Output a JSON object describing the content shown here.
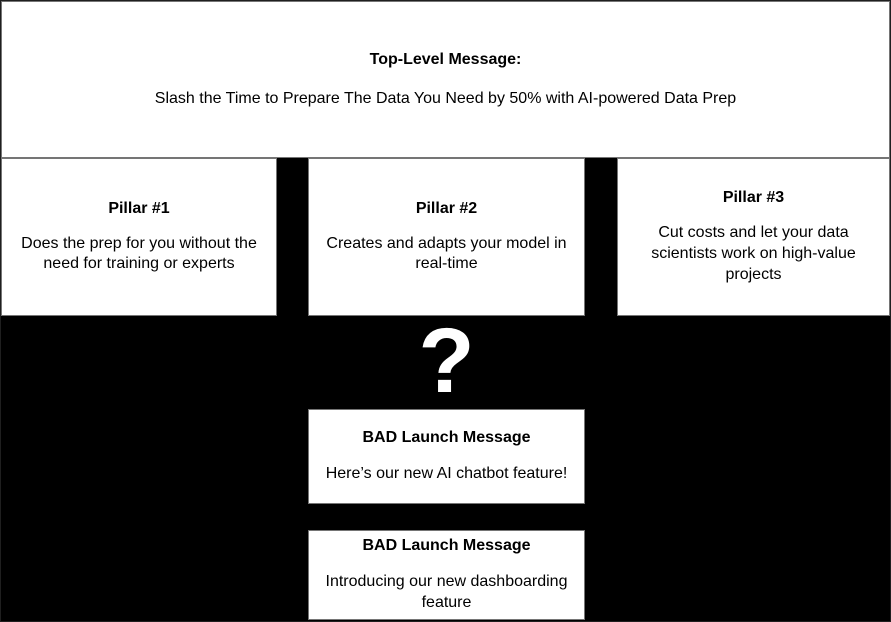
{
  "top_message": {
    "title": "Top-Level Message:",
    "subtitle": "Slash the Time to Prepare The Data You Need by 50% with AI-powered Data Prep"
  },
  "pillars": [
    {
      "title": "Pillar #1",
      "body": "Does the prep for you without the need for training or experts"
    },
    {
      "title": "Pillar #2",
      "body": "Creates and adapts your model in real-time"
    },
    {
      "title": "Pillar #3",
      "body": "Cut costs and let your data scientists work on high-value projects"
    }
  ],
  "question_mark": "?",
  "bad_messages": [
    {
      "title": "BAD Launch Message",
      "body": "Here’s our new AI chatbot feature!"
    },
    {
      "title": "BAD Launch Message",
      "body": "Introducing our new dashboarding feature"
    }
  ],
  "colors": {
    "background": "#000000",
    "box_background": "#ffffff",
    "box_border": "#757575",
    "text": "#000000",
    "question_mark_color": "#ffffff"
  }
}
